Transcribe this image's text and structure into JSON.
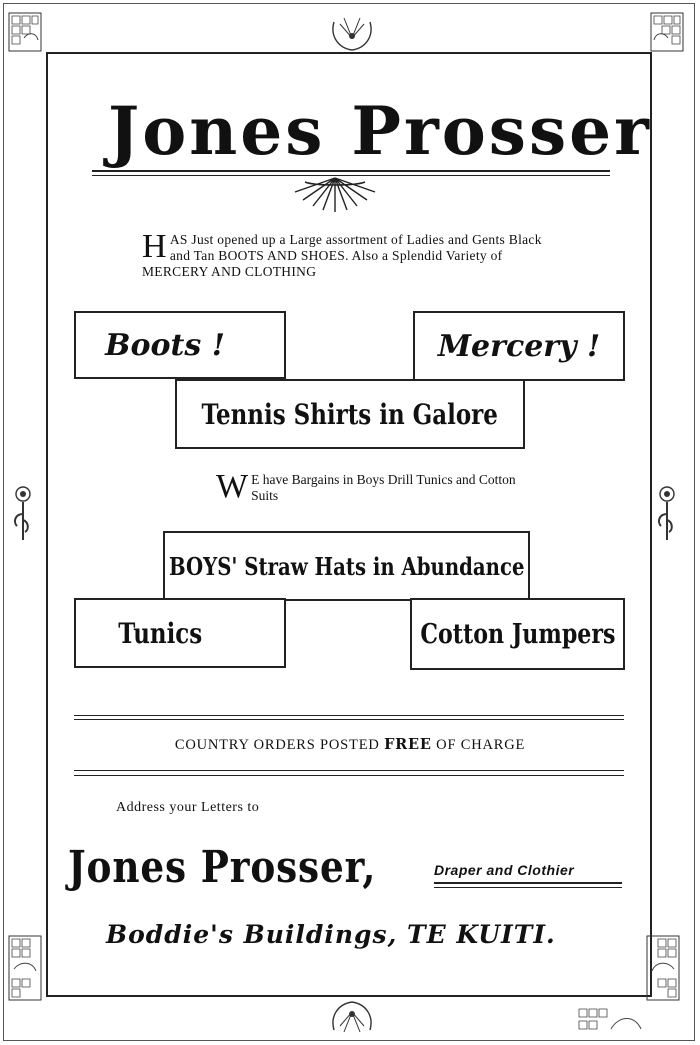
{
  "advert": {
    "title": "Jones Prosser",
    "intro_initial": "H",
    "intro_text": "AS Just opened up a Large assortment of Ladies and Gents Black and Tan BOOTS AND SHOES. Also a Splendid Variety of MERCERY AND CLOTHING",
    "boxes": {
      "boots": "Boots !",
      "mercery": "Mercery !",
      "tennis": "Tennis Shirts in Galore",
      "boys": "BOYS' Straw Hats in Abundance",
      "tunics": "Tunics",
      "jumpers": "Cotton Jumpers"
    },
    "bargains_initial": "W",
    "bargains_text": "E have Bargains in Boys Drill Tunics and Cotton Suits",
    "country_prefix": "COUNTRY ORDERS POSTED",
    "country_bold": "FREE",
    "country_suffix": "OF CHARGE",
    "address_line": "Address your Letters to",
    "bottom_name": "Jones Prosser,",
    "draper": "Draper and Clothier",
    "buildings": "Boddie's Buildings, TE KUITI."
  }
}
